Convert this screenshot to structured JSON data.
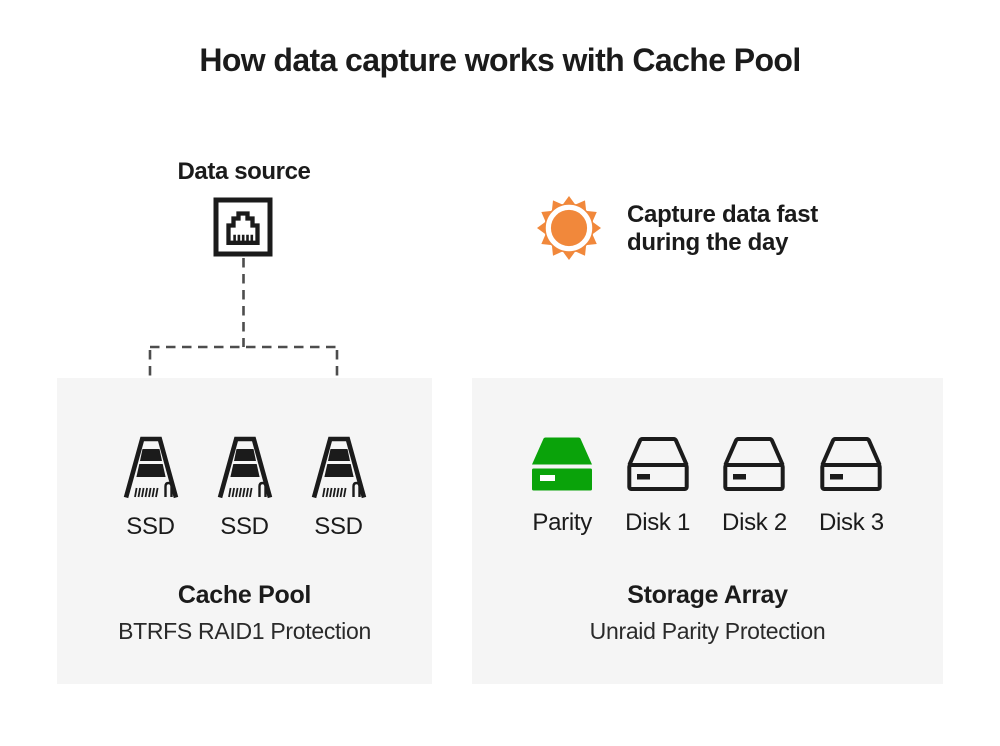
{
  "title": "How data capture works with Cache Pool",
  "data_source": {
    "label": "Data source",
    "icon": "ethernet-port-icon"
  },
  "capture_note": {
    "icon": "sun-icon",
    "line1": "Capture data fast",
    "line2": "during the day"
  },
  "cache_pool": {
    "title": "Cache Pool",
    "subtitle": "BTRFS RAID1 Protection",
    "drives": [
      {
        "label": "SSD",
        "icon": "ssd-icon"
      },
      {
        "label": "SSD",
        "icon": "ssd-icon"
      },
      {
        "label": "SSD",
        "icon": "ssd-icon"
      }
    ]
  },
  "storage_array": {
    "title": "Storage Array",
    "subtitle": "Unraid Parity Protection",
    "drives": [
      {
        "label": "Parity",
        "icon": "parity-disk-icon",
        "variant": "filled-green"
      },
      {
        "label": "Disk 1",
        "icon": "disk-icon",
        "variant": "outline"
      },
      {
        "label": "Disk 2",
        "icon": "disk-icon",
        "variant": "outline"
      },
      {
        "label": "Disk 3",
        "icon": "disk-icon",
        "variant": "outline"
      }
    ]
  },
  "colors": {
    "ink": "#1B1B1B",
    "arrow_gray": "#4D4D4D",
    "panel_gray": "#F5F5F5",
    "parity_green": "#0AA30A",
    "sun_orange": "#F1883B",
    "background": "#FFFFFF"
  }
}
